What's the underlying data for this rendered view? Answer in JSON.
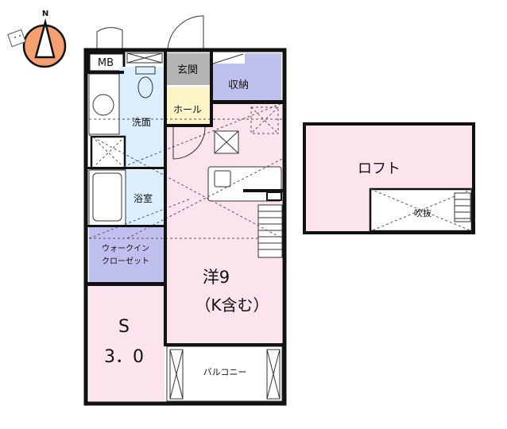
{
  "compass": {
    "north_label": "N"
  },
  "rooms": {
    "mb": "MB",
    "genkan": "玄関",
    "shuno": "収納",
    "hall": "ホール",
    "senmen": "洗面",
    "yokushitsu": "浴室",
    "walkin_line1": "ウォークイン",
    "walkin_line2": "クローゼット",
    "western_line1": "洋9",
    "western_line2": "（K含む）",
    "service_line1": "S",
    "service_line2": "3．0",
    "balcony": "バルコニー",
    "loft": "ロフト",
    "fukinuke": "吹抜"
  },
  "colors": {
    "genkan": "#b4b4b4",
    "storage": "#c0c0ee",
    "hall": "#fbf5c8",
    "water": "#dcefff",
    "room": "#fbe4ee",
    "compass": "#f4a070"
  }
}
